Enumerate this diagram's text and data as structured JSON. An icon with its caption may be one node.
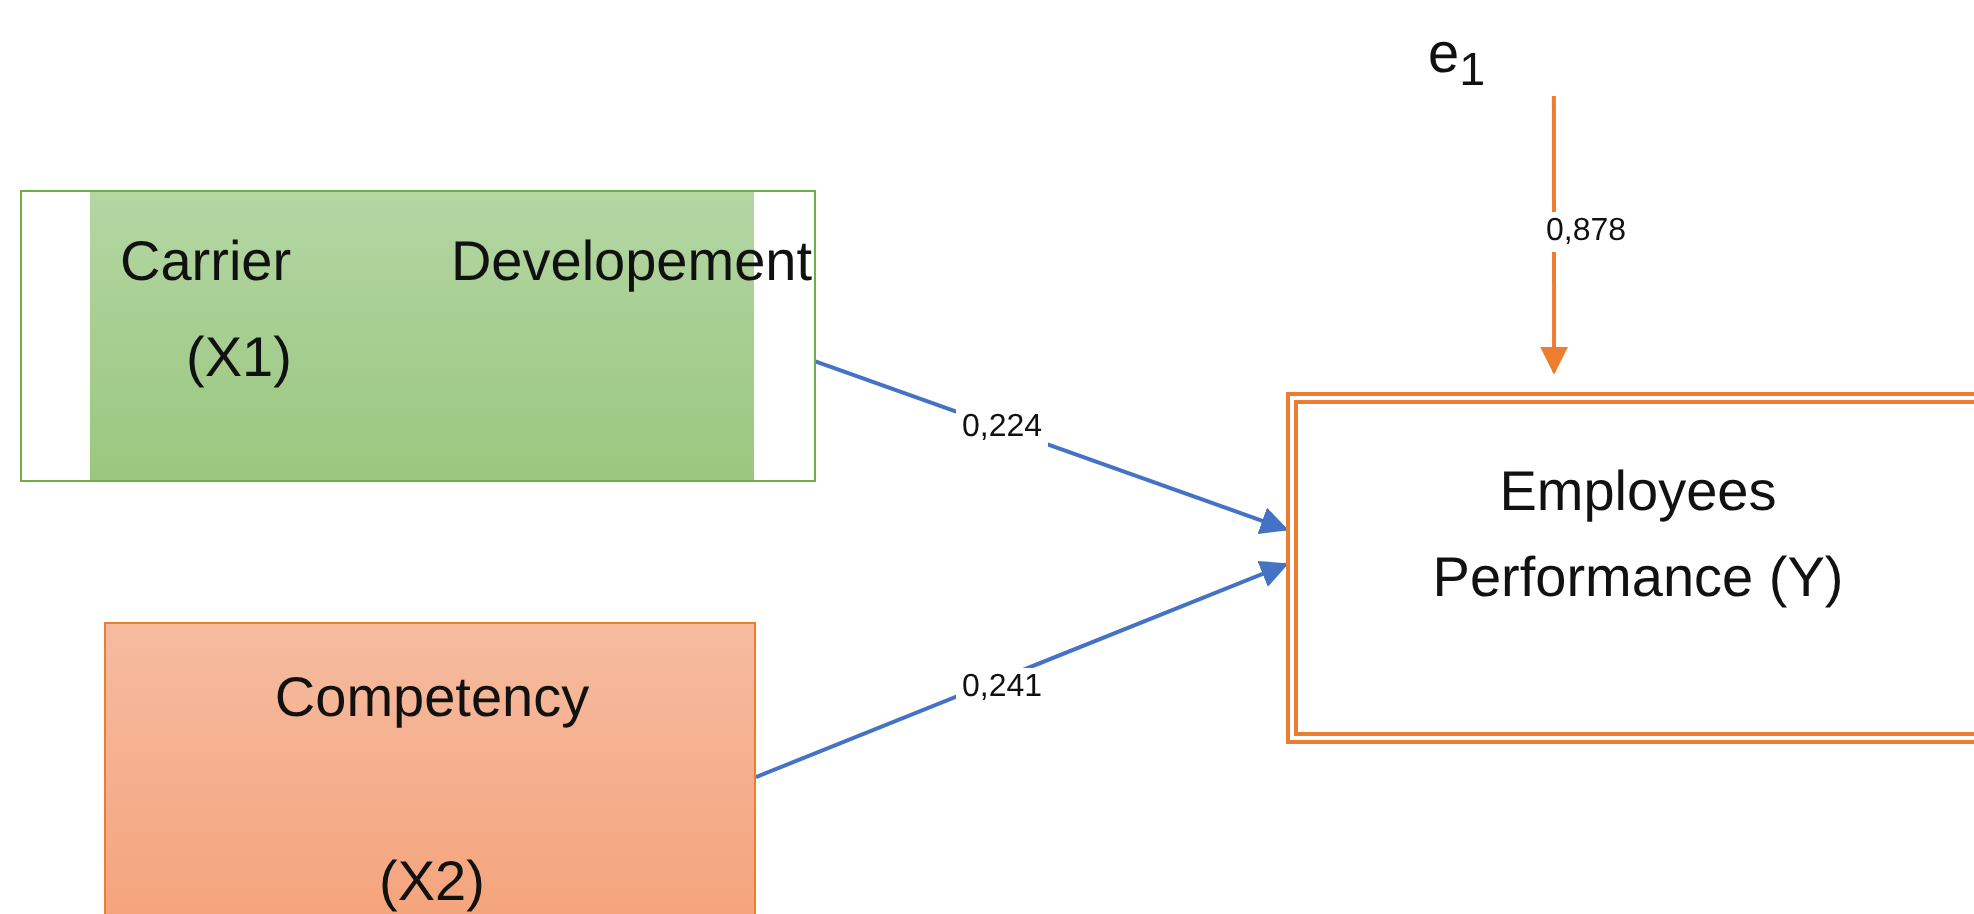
{
  "diagram": {
    "nodes": [
      {
        "text": [
          "Carrier Developement",
          "(X1)"
        ]
      },
      {
        "text": [
          "Competency",
          "(X2)"
        ]
      },
      {
        "text": [
          "Employees Performance (Y)"
        ]
      },
      {
        "text": [
          "e$_{1}$"
        ]
      }
    ],
    "edges": [
      {
        "from": 0,
        "to": 2,
        "arrow": "to",
        "label": "0,224"
      },
      {
        "from": 1,
        "to": 2,
        "arrow": "to",
        "label": "0,241"
      },
      {
        "from": 3,
        "to": 2,
        "arrow": "to",
        "label": "0,878",
        "color": "#ed7d31"
      }
    ]
  }
}
